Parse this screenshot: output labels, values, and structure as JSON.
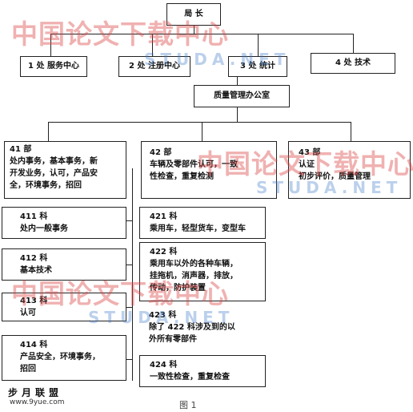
{
  "diagram": {
    "root": "局 长",
    "level1": [
      "1 处  服务中心",
      "2 处  注册中心",
      "3 处  统计",
      "4 处  技术"
    ],
    "office": "质量管理办公室",
    "departments": [
      {
        "title": "41 部",
        "desc": "处内事务，基本事务，新\n开发业务，认可，产品安\n全，环境事务，招回"
      },
      {
        "title": "42 部",
        "desc": "车辆及零部件认可，一致\n性检查，重复检测"
      },
      {
        "title": "43 部",
        "desc": "认证\n初步评价，质量管理"
      }
    ],
    "sections_41": [
      {
        "title": "411 科",
        "desc": "处内一般事务"
      },
      {
        "title": "412 科",
        "desc": "基本技术"
      },
      {
        "title": "413 科",
        "desc": "认可"
      },
      {
        "title": "414 科",
        "desc": "产品安全，环境事务，\n招回"
      }
    ],
    "sections_42": [
      {
        "title": "421 科",
        "desc": "乘用车，轻型货车，变型车"
      },
      {
        "title": "422 科",
        "desc": "乘用车以外的各种车辆，\n挂拖机，消声器，排放，\n传动，防护装置"
      },
      {
        "title": "423 科",
        "desc": "除了 422 科涉及到的以\n外所有零部件"
      },
      {
        "title": "424 科",
        "desc": "一致性检查，重复检查"
      }
    ]
  },
  "caption": "图 1",
  "watermarks": {
    "cn": "中国论文下载中心",
    "en": "STUDA.NET",
    "logo": "步月联盟",
    "logo_url": "www.9yue.com"
  }
}
